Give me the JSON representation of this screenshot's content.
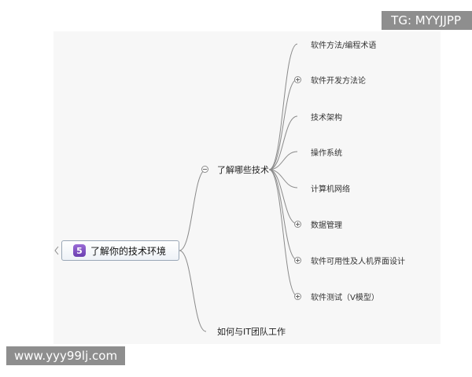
{
  "root": {
    "badge": "5",
    "label": "了解你的技术环境"
  },
  "branches": {
    "tech": {
      "label": "了解哪些技术",
      "toggle": "collapse"
    },
    "team": {
      "label": "如何与IT团队工作"
    }
  },
  "leaves": [
    {
      "label": "软件方法/编程术语",
      "expandable": false
    },
    {
      "label": "软件开发方法论",
      "expandable": true
    },
    {
      "label": "技术架构",
      "expandable": false
    },
    {
      "label": "操作系统",
      "expandable": false
    },
    {
      "label": "计算机网络",
      "expandable": false
    },
    {
      "label": "数据管理",
      "expandable": true
    },
    {
      "label": "软件可用性及人机界面设计",
      "expandable": true
    },
    {
      "label": "软件测试（V模型）",
      "expandable": true
    }
  ],
  "watermarks": {
    "top_right": "TG: MYYJJPP",
    "bottom_left": "www.yyy99lj.com"
  },
  "colors": {
    "line": "#8a8a8a",
    "canvas": "#f7f7f7",
    "badge": "#7b4fc4",
    "watermark_bg": "#8e8e8e"
  }
}
